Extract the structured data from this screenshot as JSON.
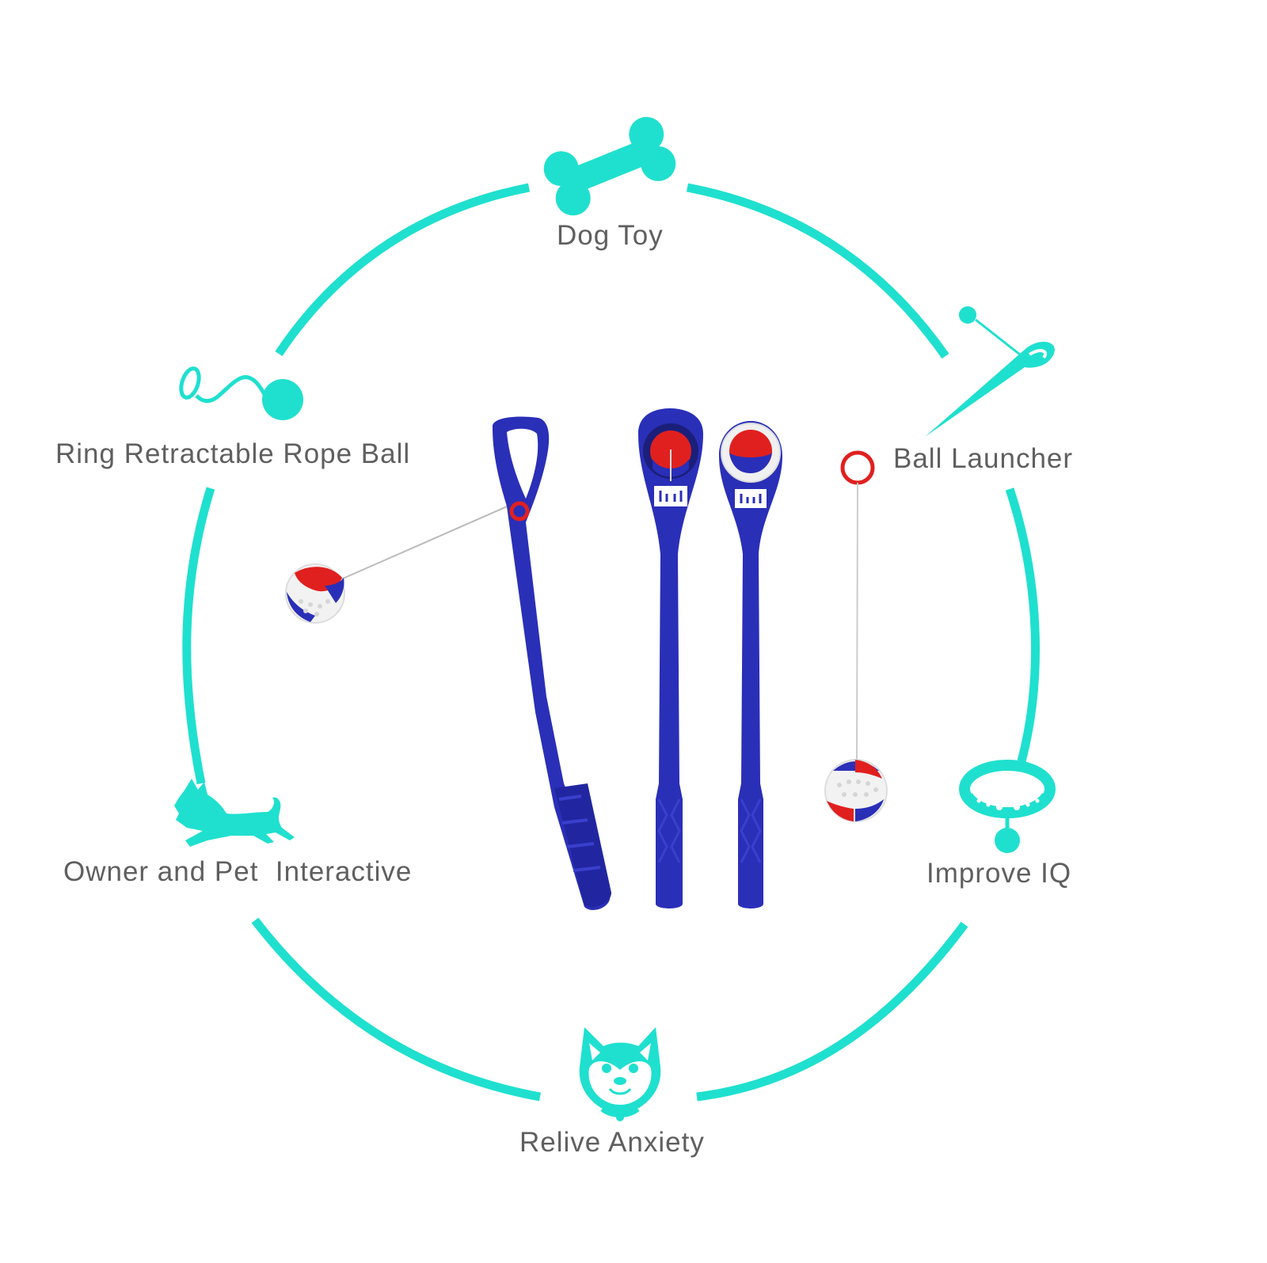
{
  "colors": {
    "accent": "#1fe0cf",
    "text": "#5f5f5f",
    "product_blue": "#2a2fb8",
    "product_red": "#e0201f",
    "background": "#ffffff"
  },
  "features": [
    {
      "label": "Dog Toy",
      "icon": "bone-icon"
    },
    {
      "label": "Ball Launcher",
      "icon": "ball-launcher-icon"
    },
    {
      "label": "Improve IQ",
      "icon": "pet-collar-icon"
    },
    {
      "label": "Relive Anxiety",
      "icon": "shiba-dog-face-icon"
    },
    {
      "label": "Owner and Pet  Interactive",
      "icon": "running-dog-icon"
    },
    {
      "label": "Ring Retractable Rope Ball",
      "icon": "rope-ball-icon"
    }
  ]
}
